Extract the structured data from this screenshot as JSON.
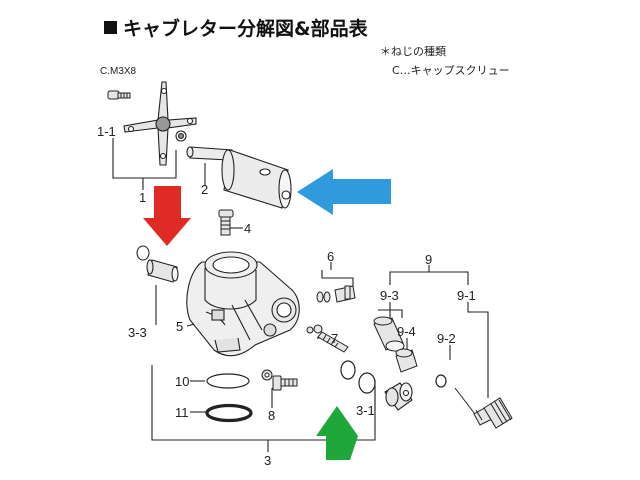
{
  "title": "キャブレター分解図&部品表",
  "notes": {
    "screw_types_heading": "＊ねじの種類",
    "screw_type_c": "C…キャップスクリュー"
  },
  "part_labels": {
    "screw_c_m3x8": "C.M3X8",
    "p1_1": "1-1",
    "p1": "1",
    "p2": "2",
    "p3": "3",
    "p3_1": "3-1",
    "p3_3": "3-3",
    "p4": "4",
    "p5": "5",
    "p6": "6",
    "p7": "7",
    "p8": "8",
    "p9": "9",
    "p9_1": "9-1",
    "p9_2": "9-2",
    "p9_3": "9-3",
    "p9_4": "9-4",
    "p10": "10",
    "p11": "11"
  },
  "colors": {
    "red_arrow": "#e02a24",
    "green_arrow": "#1fa83a",
    "blue_arrow": "#2f9bdc",
    "line": "#222222",
    "part_fill": "#e6e6e6"
  }
}
